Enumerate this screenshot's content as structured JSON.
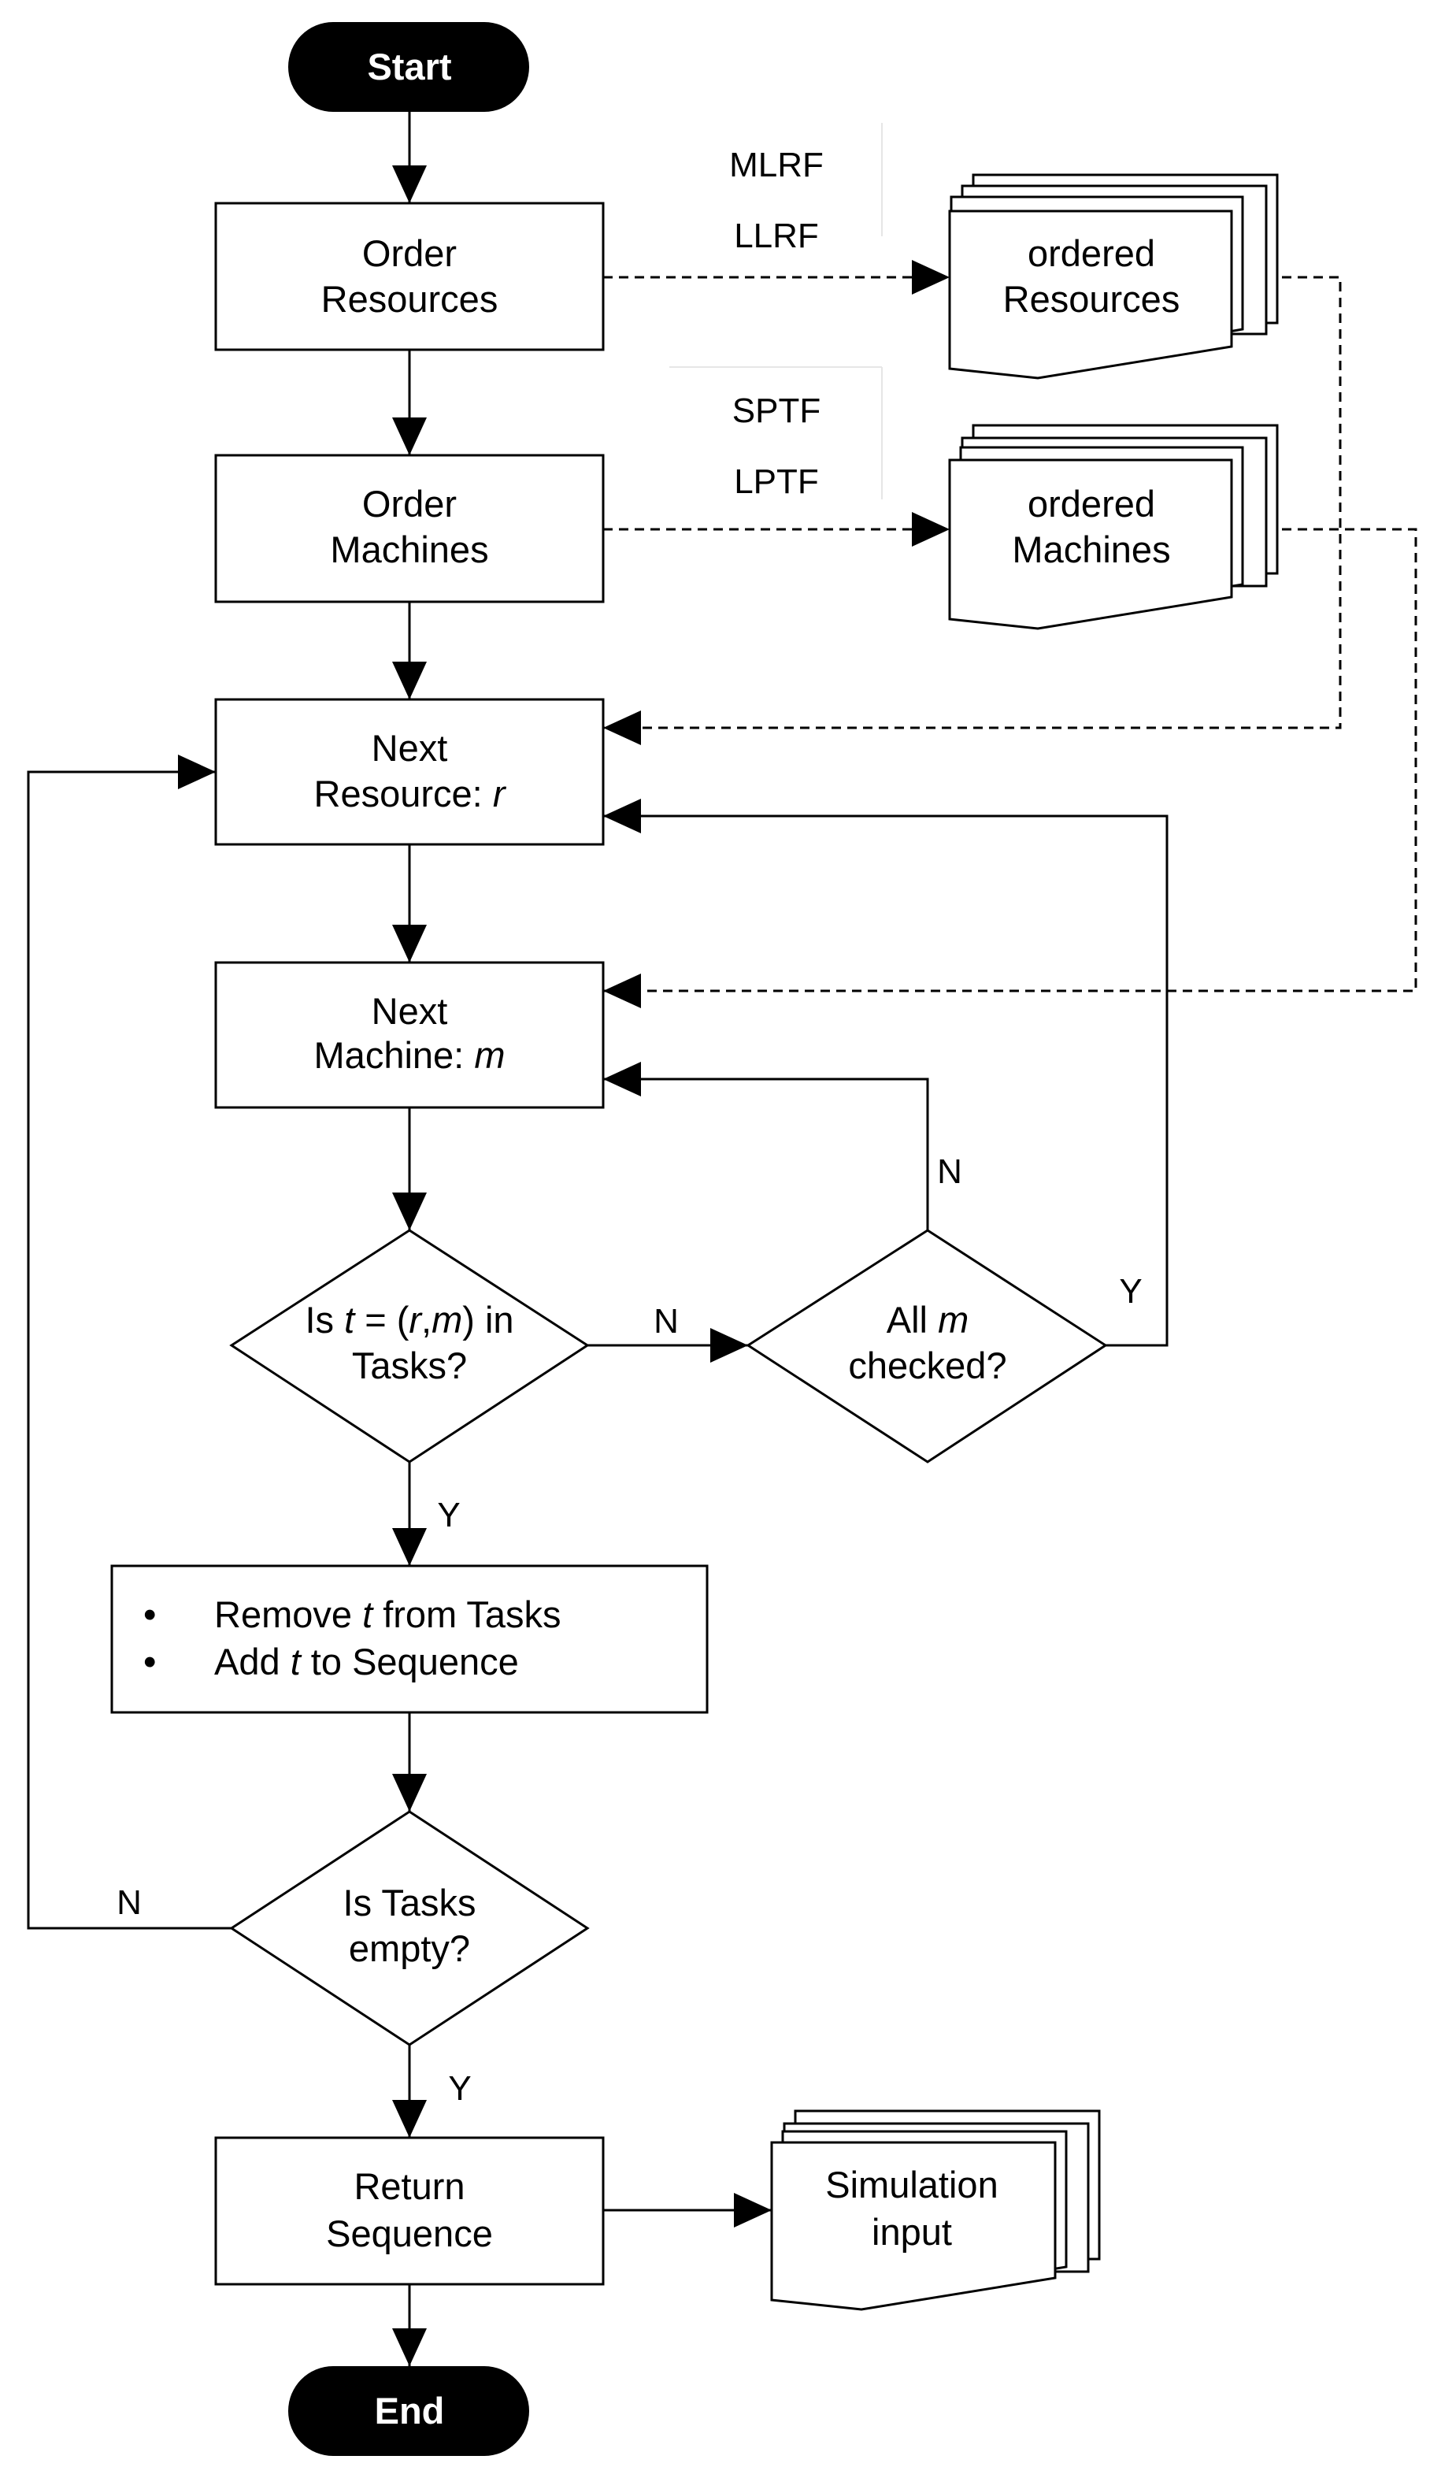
{
  "flowchart": {
    "start": "Start",
    "end": "End",
    "order_resources": {
      "line1": "Order",
      "line2": "Resources"
    },
    "order_machines": {
      "line1": "Order",
      "line2": "Machines"
    },
    "next_resource": {
      "line1": "Next",
      "line2_prefix": "Resource: ",
      "line2_var": "r"
    },
    "next_machine": {
      "line1": "Next",
      "line2_prefix": "Machine: ",
      "line2_var": "m"
    },
    "decision_in_tasks": {
      "l1_a": "Is ",
      "l1_t": "t",
      "l1_b": " = (",
      "l1_r": "r",
      "l1_c": ",",
      "l1_m": "m",
      "l1_d": ") in",
      "line2": "Tasks?"
    },
    "decision_all_m": {
      "l1_a": "All ",
      "l1_m": "m",
      "line2": "checked?"
    },
    "update_box": {
      "bullet": "•",
      "item1_a": "Remove ",
      "item1_t": "t",
      "item1_b": " from Tasks",
      "item2_a": "Add ",
      "item2_t": "t",
      "item2_b": " to Sequence"
    },
    "decision_empty": {
      "line1": "Is Tasks",
      "line2": "empty?"
    },
    "return_sequence": {
      "line1": "Return",
      "line2": "Sequence"
    },
    "doc_resources": {
      "line1": "ordered",
      "line2": "Resources"
    },
    "doc_machines": {
      "line1": "ordered",
      "line2": "Machines"
    },
    "doc_simulation": {
      "line1": "Simulation",
      "line2": "input"
    },
    "resource_rules": [
      "MLRF",
      "LLRF"
    ],
    "machine_rules": [
      "SPTF",
      "LPTF"
    ],
    "edge_labels": {
      "in_tasks_no": "N",
      "in_tasks_yes": "Y",
      "all_m_no": "N",
      "all_m_yes": "Y",
      "empty_no": "N",
      "empty_yes": "Y"
    }
  }
}
